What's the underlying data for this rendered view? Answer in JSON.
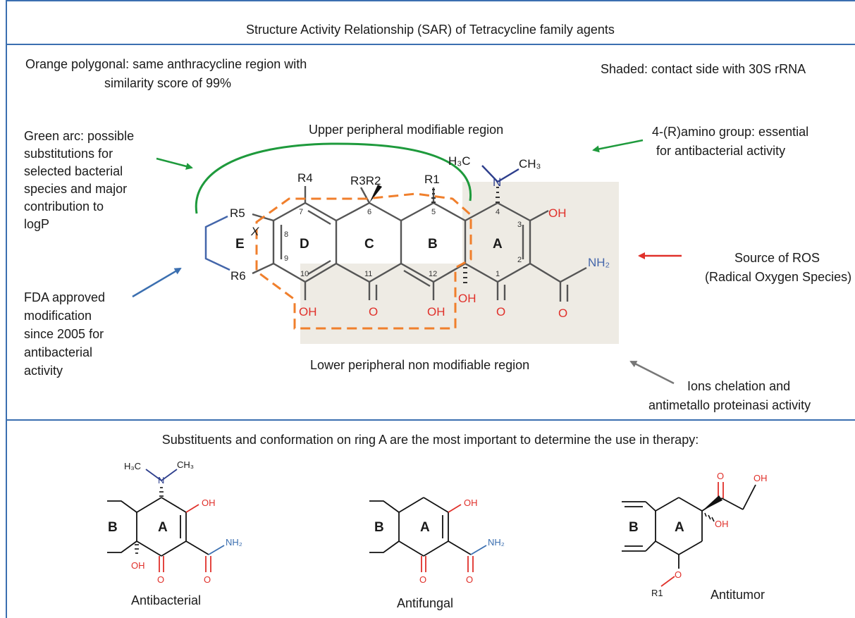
{
  "title": "Structure Activity Relationship (SAR) of Tetracycline family agents",
  "notes": {
    "orange_line1": "Orange polygonal: same anthracycline region with",
    "orange_line2": "similarity score of 99%",
    "shaded": "Shaded: contact side with 30S rRNA",
    "upper_region": "Upper peripheral modifiable region",
    "lower_region": "Lower peripheral non modifiable region",
    "green_arc": [
      "Green arc: possible",
      "substitutions for",
      "selected bacterial",
      "species and major",
      "contribution to",
      "logP"
    ],
    "amino_group": [
      "4-(R)amino group: essential",
      "for antibacterial activity"
    ],
    "ros": [
      "Source of ROS",
      "(Radical Oxygen Species)"
    ],
    "fda": [
      "FDA approved",
      "modification",
      "since 2005 for",
      "antibacterial",
      "activity"
    ],
    "ions": [
      "Ions chelation and",
      "antimetallo proteinasi activity"
    ]
  },
  "molecule": {
    "rings": [
      "E",
      "D",
      "C",
      "B",
      "A"
    ],
    "substituents": [
      "R4",
      "R3R2",
      "R1",
      "R5",
      "R6",
      "X"
    ],
    "positions": [
      "1",
      "2",
      "3",
      "4",
      "5",
      "6",
      "7",
      "8",
      "9",
      "10",
      "11",
      "12"
    ],
    "groups": {
      "oh": "OH",
      "o": "O",
      "n": "N",
      "h3c": "H₃C",
      "ch3": "CH₃",
      "nh2": "NH₂"
    }
  },
  "bottom": {
    "heading": "Substituents and conformation on ring A are the most important to determine the use in therapy:",
    "structures": [
      {
        "label": "Antibacterial",
        "rings": [
          "B",
          "A"
        ]
      },
      {
        "label": "Antifungal",
        "rings": [
          "B",
          "A"
        ]
      },
      {
        "label": "Antitumor",
        "rings": [
          "B",
          "A"
        ],
        "r1": "R1"
      }
    ]
  },
  "colors": {
    "frame": "#3b6fb0",
    "green": "#1e9a3c",
    "orange": "#f07f2c",
    "blue": "#4466aa",
    "red": "#e0302a",
    "shade": "#eeebe4",
    "grey": "#777777",
    "navy": "#2d3e8c"
  }
}
